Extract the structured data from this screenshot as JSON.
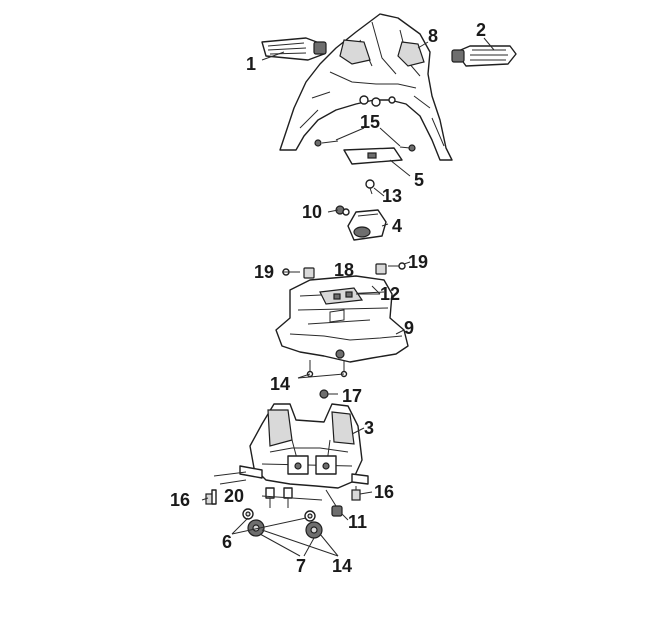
{
  "diagram": {
    "callouts": {
      "c1": "1",
      "c2": "2",
      "c3": "3",
      "c4": "4",
      "c5": "5",
      "c6": "6",
      "c7": "7",
      "c8": "8",
      "c9": "9",
      "c10": "10",
      "c11": "11",
      "c12": "12",
      "c13": "13",
      "c14a": "14",
      "c14b": "14",
      "c15": "15",
      "c16a": "16",
      "c16b": "16",
      "c17": "17",
      "c18": "18",
      "c19a": "19",
      "c19b": "19",
      "c20": "20"
    }
  }
}
